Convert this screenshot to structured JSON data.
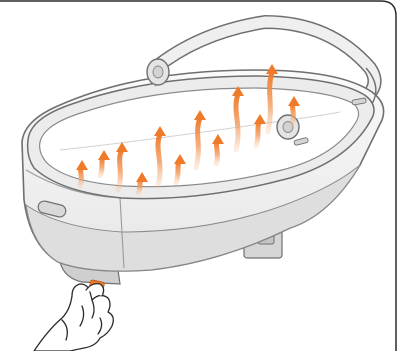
{
  "figure": {
    "subject": "bassinet-with-warming-base",
    "colors": {
      "outline": "#6f6f6f",
      "body_fill": "#f4f4f4",
      "body_shade": "#dcdcdc",
      "rim_fill": "#eeeeee",
      "base_fill": "#cfcfcf",
      "arrow": "#ee7a2a",
      "arrow_fade": "#f6b98c",
      "button": "#ee7a2a",
      "frame": "#2b2b2b"
    },
    "arrows": {
      "count": 12,
      "direction": "upward"
    },
    "hand_action": "pressing-button"
  }
}
